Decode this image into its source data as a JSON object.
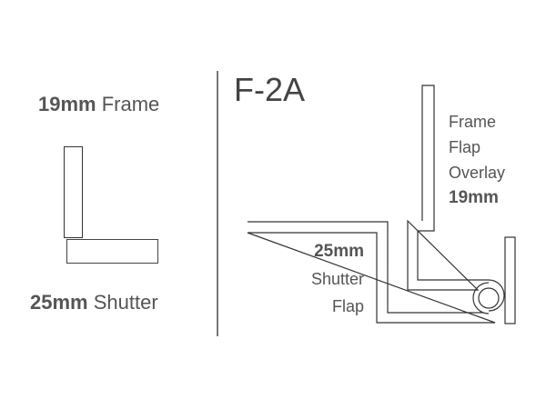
{
  "left": {
    "frame_size": "19mm",
    "frame_label": "Frame",
    "shutter_size": "25mm",
    "shutter_label": "Shutter"
  },
  "right": {
    "model": "F-2A",
    "frame_flap": [
      "Frame",
      "Flap",
      "Overlay"
    ],
    "frame_flap_size": "19mm",
    "shutter_flap_size": "25mm",
    "shutter_flap": [
      "Shutter",
      "Flap"
    ]
  }
}
